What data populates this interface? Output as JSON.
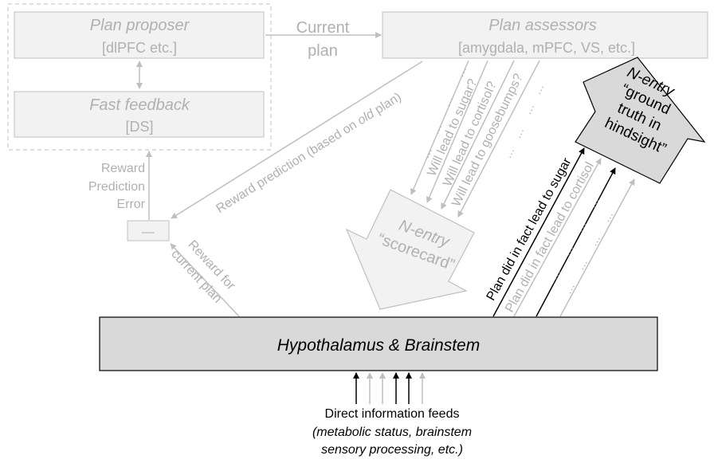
{
  "colors": {
    "faded_text": "#b0b0b0",
    "faded_line": "#bfbfbf",
    "box_fill": "#f2f2f2",
    "main_box_fill": "#d9d9d9",
    "dark": "#000000"
  },
  "plan_proposer": {
    "title": "Plan proposer",
    "sub": "[dlPFC etc.]"
  },
  "fast_feedback": {
    "title": "Fast feedback",
    "sub": "[DS]"
  },
  "plan_assessors": {
    "title": "Plan assessors",
    "sub": "[amygdala, mPFC, VS, etc.]"
  },
  "current_plan": {
    "line1": "Current",
    "line2": "plan"
  },
  "rpe": {
    "line1": "Reward",
    "line2": "Prediction",
    "line3": "Error"
  },
  "minus_box": {
    "symbol": "—"
  },
  "reward_prediction": {
    "prefix": "Reward prediction (based on ",
    "em": "old",
    "suffix": " plan)"
  },
  "reward_current": {
    "line1": "Reward for",
    "line2": "current plan"
  },
  "questions": [
    "Will lead to sugar?",
    "Will lead to cortisol?",
    "Will lead to goosebumps?"
  ],
  "ellipsis": "…",
  "scorecard": {
    "line1": "N-entry",
    "line2": "“scorecard”"
  },
  "ground_truth": {
    "line1": "N-entry",
    "line2": "“ground",
    "line3": "truth in",
    "line4": "hindsight”"
  },
  "facts": [
    "Plan did in fact lead to sugar",
    "Plan did in fact lead to cortisol"
  ],
  "main_box": {
    "title": "Hypothalamus & Brainstem"
  },
  "feeds": {
    "title": "Direct information feeds",
    "line1": "(metabolic status, brainstem",
    "line2": "sensory processing, etc.)"
  }
}
